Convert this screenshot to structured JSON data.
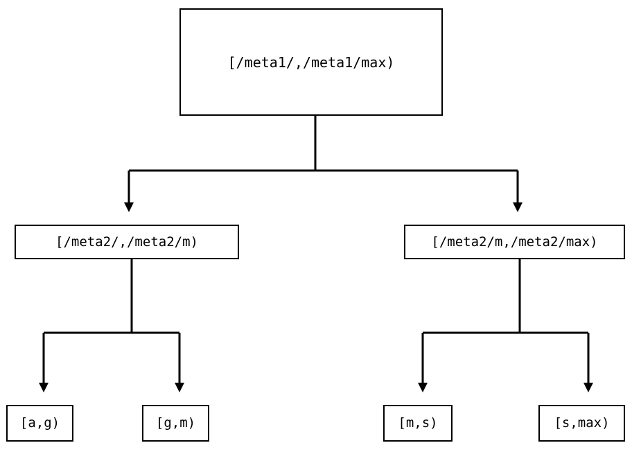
{
  "diagram": {
    "type": "tree",
    "title": "Hierarchical interval partition tree",
    "background_color": "#ffffff",
    "line_color": "#000000",
    "text_color": "#000000",
    "nodes": {
      "root": {
        "label": "[/meta1/,/meta1/max)",
        "level": 0
      },
      "mid_left": {
        "label": "[/meta2/,/meta2/m)",
        "level": 1
      },
      "mid_right": {
        "label": "[/meta2/m,/meta2/max)",
        "level": 1
      },
      "leaf_ag": {
        "label": "[a,g)",
        "level": 2
      },
      "leaf_gm": {
        "label": "[g,m)",
        "level": 2
      },
      "leaf_ms": {
        "label": "[m,s)",
        "level": 2
      },
      "leaf_smax": {
        "label": "[s,max)",
        "level": 2
      }
    },
    "edges": [
      {
        "from": "root",
        "to": "mid_left",
        "arrow": "down"
      },
      {
        "from": "root",
        "to": "mid_right",
        "arrow": "down"
      },
      {
        "from": "mid_left",
        "to": "leaf_ag",
        "arrow": "down"
      },
      {
        "from": "mid_left",
        "to": "leaf_gm",
        "arrow": "down"
      },
      {
        "from": "mid_right",
        "to": "leaf_ms",
        "arrow": "down"
      },
      {
        "from": "mid_right",
        "to": "leaf_smax",
        "arrow": "down"
      }
    ]
  }
}
